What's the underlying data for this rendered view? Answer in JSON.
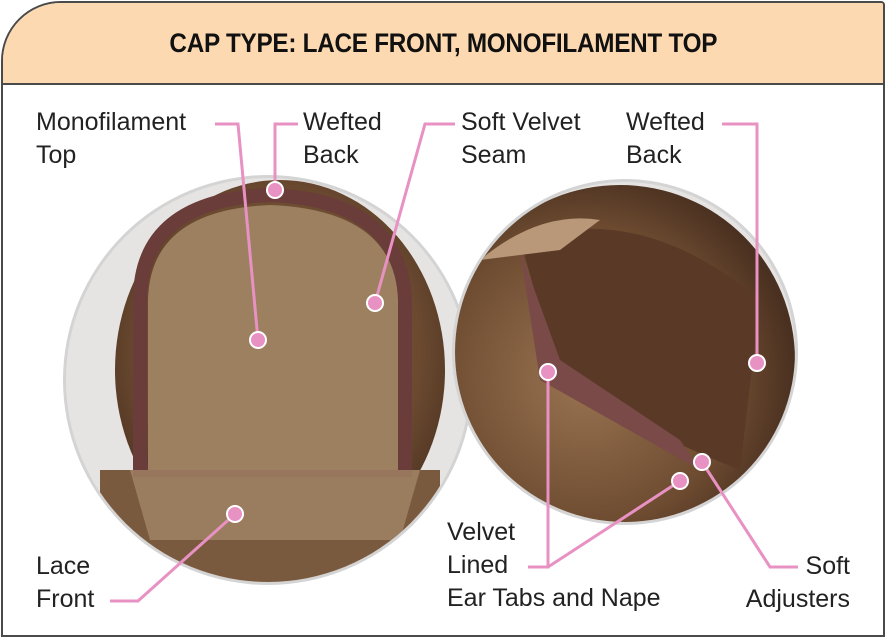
{
  "title": "CAP TYPE: LACE FRONT, MONOFILAMENT TOP",
  "labels": {
    "monofilament_top": [
      "Monofilament",
      "Top"
    ],
    "wefted_back_left": [
      "Wefted",
      "Back"
    ],
    "soft_velvet_seam": [
      "Soft Velvet",
      "Seam"
    ],
    "wefted_back_right": [
      "Wefted",
      "Back"
    ],
    "lace_front": [
      "Lace",
      "Front"
    ],
    "velvet_lined": [
      "Velvet",
      "Lined",
      "Ear Tabs and Nape"
    ],
    "soft_adjusters": [
      "Soft",
      "Adjusters"
    ]
  },
  "colors": {
    "header_bg": "#fcd9b0",
    "leader": "#e891c3",
    "border": "#4a4a4a"
  }
}
